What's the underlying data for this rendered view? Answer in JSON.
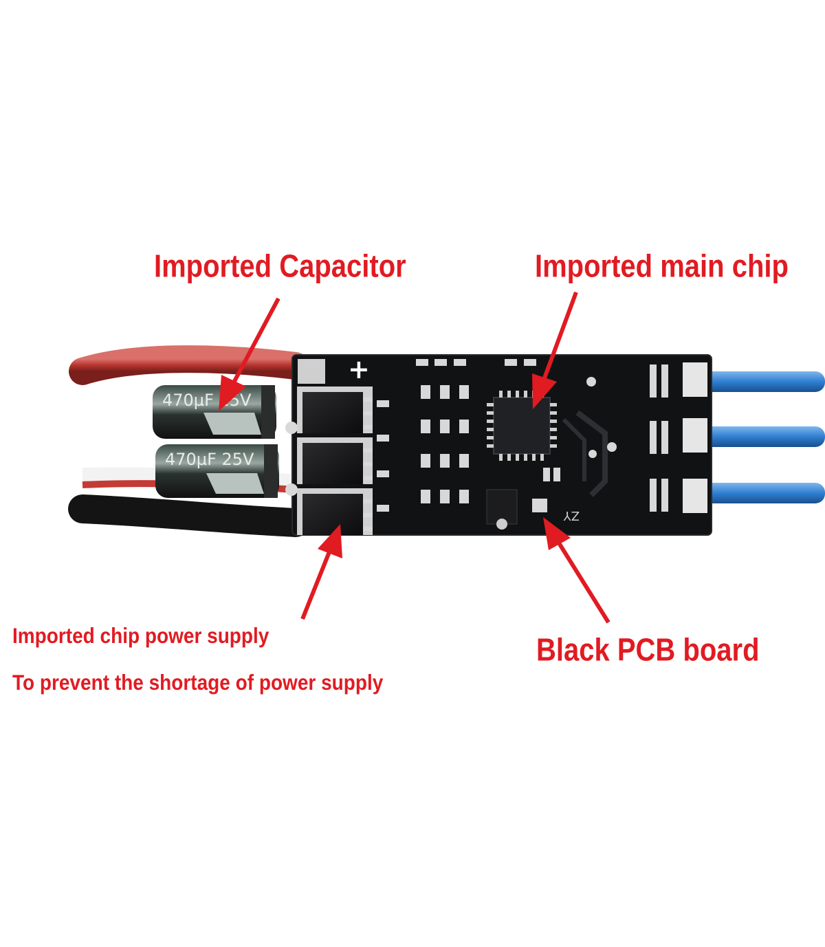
{
  "annotations": {
    "capacitor": "Imported Capacitor",
    "main_chip": "Imported main chip",
    "pcb": "Black PCB board",
    "chip_supply": "Imported chip power supply",
    "prevent": "To prevent the shortage of power supply"
  },
  "component_markings": {
    "cap_top": "470µF 25V",
    "cap_bottom": "470µF 25V",
    "board_silk": "ZY",
    "plus": "+"
  },
  "colors": {
    "annotation": "#e11b22",
    "pcb": "#111214",
    "red_wire": "#b7352f",
    "blue_wire": "#2f7fd1"
  }
}
